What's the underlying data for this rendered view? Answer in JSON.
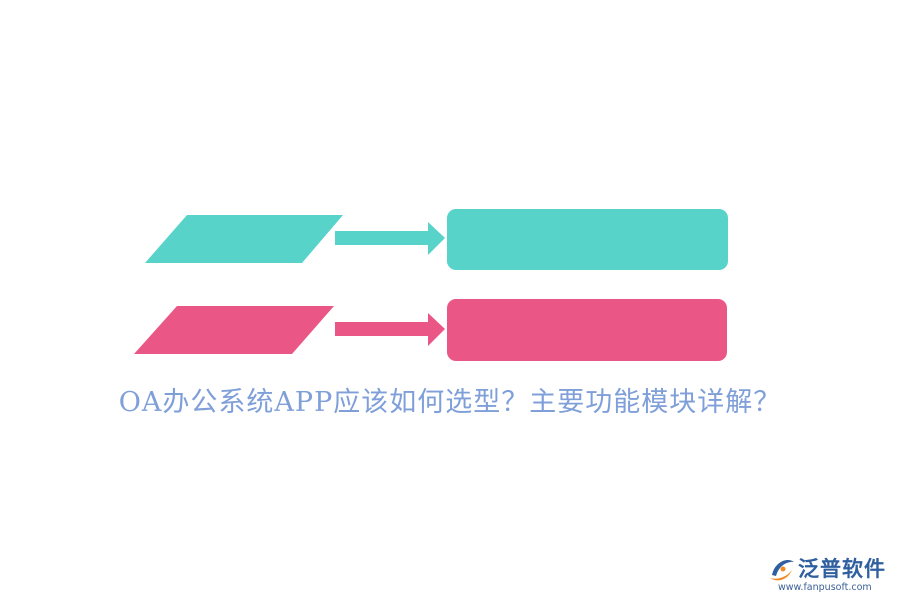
{
  "caption": "OA办公系统APP应该如何选型？主要功能模块详解？",
  "colors": {
    "teal": "#57d3c9",
    "pink": "#ea5686",
    "caption": "#7f9fd9",
    "logo_blue": "#2f5f9e",
    "logo_orange": "#f28a21"
  },
  "rows": [
    {
      "name": "row-1",
      "color": "teal"
    },
    {
      "name": "row-2",
      "color": "pink"
    }
  ],
  "logo": {
    "name": "泛普软件",
    "url": "www.fanpusoft.com",
    "icon": "fanpu-logo-icon"
  }
}
